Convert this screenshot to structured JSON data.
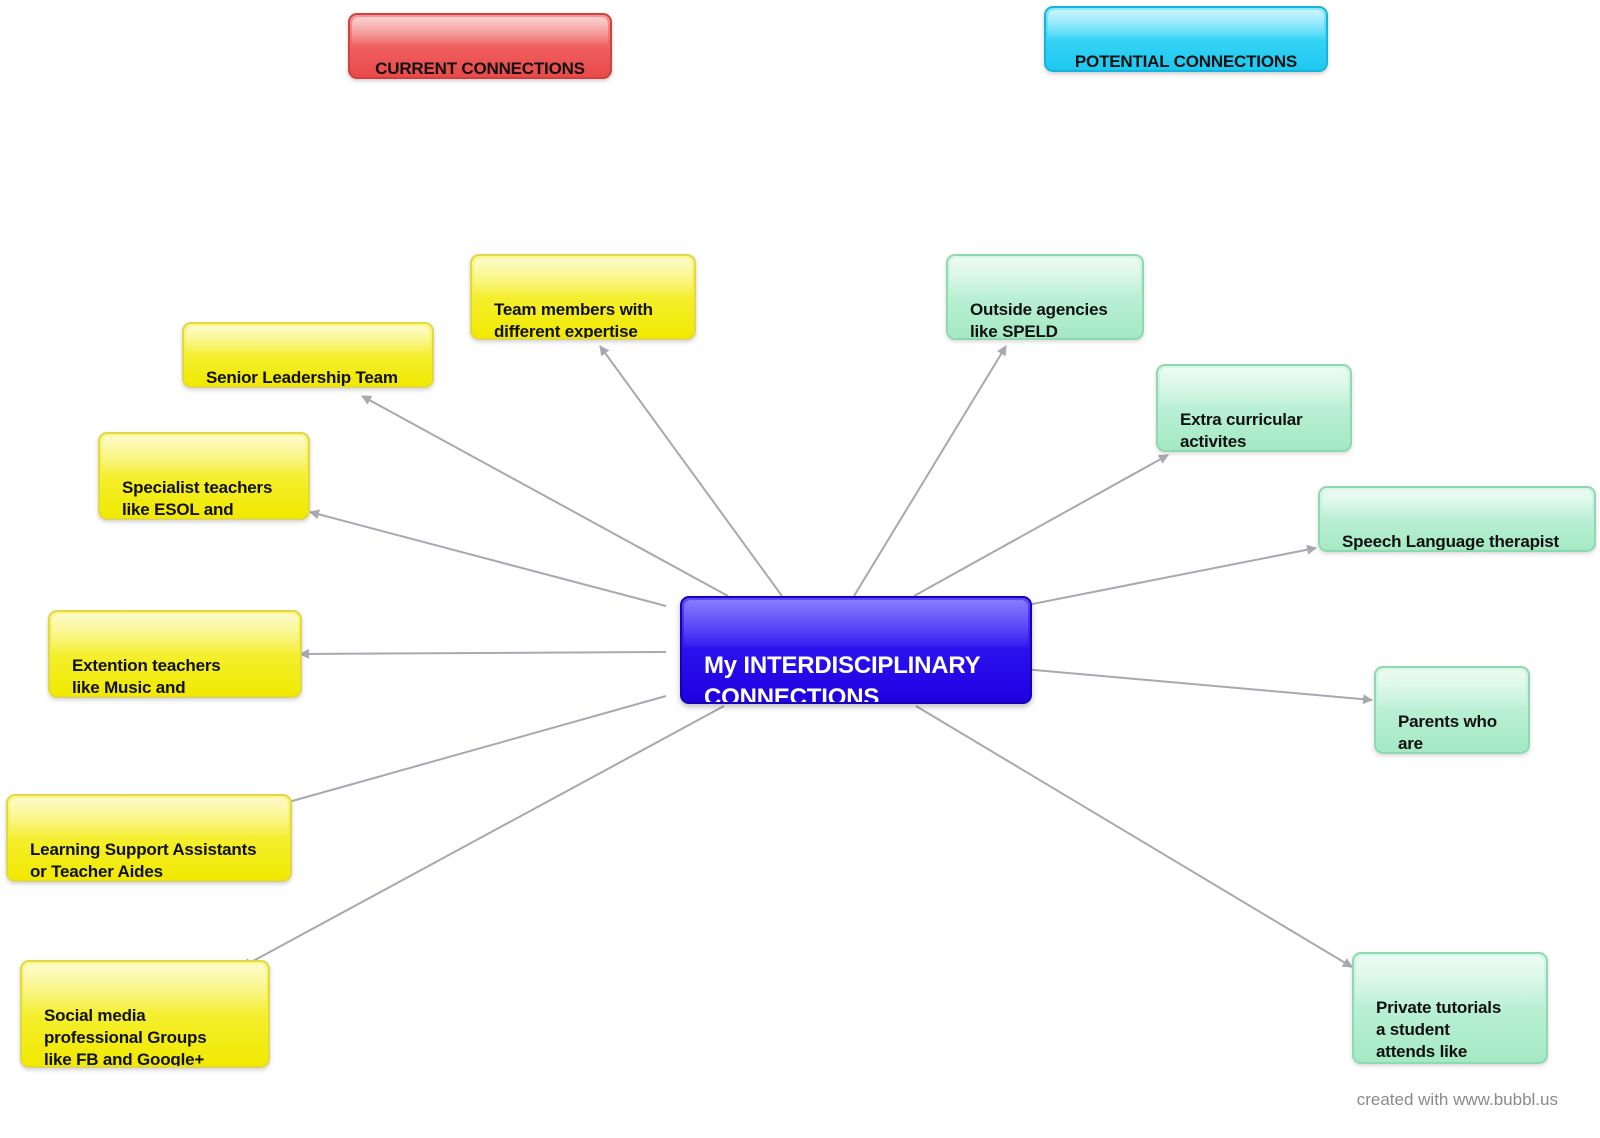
{
  "legend": {
    "current": "CURRENT CONNECTIONS",
    "potential": "POTENTIAL CONNECTIONS"
  },
  "center": {
    "label": "My INTERDISCIPLINARY\nCONNECTIONS"
  },
  "current_nodes": {
    "team_members": "Team members with\ndifferent expertise",
    "senior_leadership": "Senior Leadership Team",
    "specialist_teachers": "Specialist teachers\nlike ESOL and\nRTLit",
    "extention_teachers": "Extention teachers\nlike Music and\nMandarin",
    "learning_support": "Learning Support Assistants\nor Teacher Aides",
    "social_media": "Social media\nprofessional Groups\nlike FB and Google+"
  },
  "potential_nodes": {
    "outside_agencies": "Outside agencies\nlike SPELD",
    "extra_curricular": "Extra curricular\nactivites\ncoaches",
    "speech_therapist": "Speech Language therapist",
    "parents": "Parents who\nare\nteachers",
    "private_tutorials": "Private tutorials\na student\nattends like\nKipMc.Grath"
  },
  "colors": {
    "current": "#f1e900",
    "potential": "#a4e9c4",
    "center": "#1f00e0",
    "legend_current": "#e94a4a",
    "legend_potential": "#1ec8f0",
    "edge": "#a8a8b0"
  },
  "footer": {
    "credit": "created with www.bubbl.us"
  }
}
